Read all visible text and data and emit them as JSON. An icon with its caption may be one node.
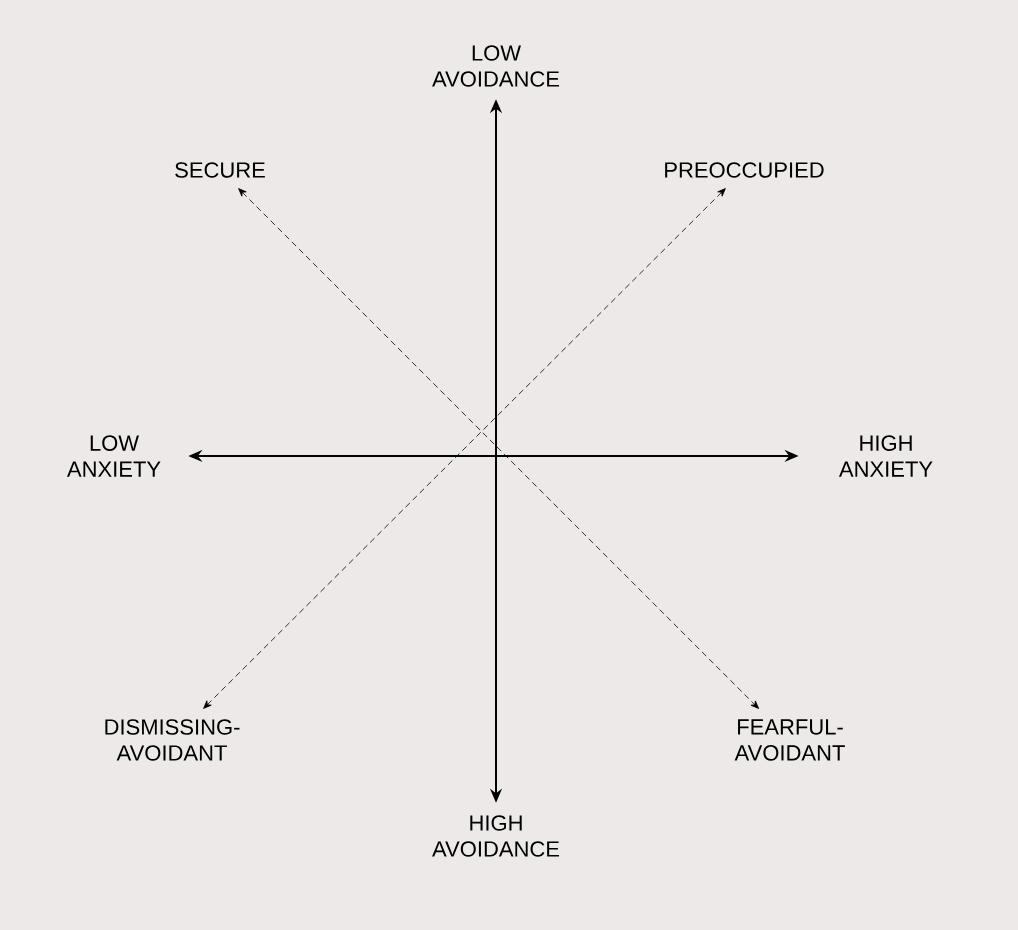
{
  "diagram": {
    "nodes": [
      {
        "text": [
          "LOW AVOIDANCE"
        ]
      },
      {
        "text": [
          "SECURE"
        ]
      },
      {
        "text": [
          "PREOCCUPIED"
        ]
      },
      {
        "text": [
          "LOW ANXIETY"
        ]
      },
      {
        "text": [
          "HIGH ANXIETY"
        ]
      },
      {
        "text": [
          "DISMISSING-AVOIDANT"
        ]
      },
      {
        "text": [
          "FEARFUL-AVOIDANT"
        ]
      },
      {
        "text": [
          "HIGH AVOIDANCE"
        ]
      }
    ],
    "edges": [
      {
        "from": 7,
        "to": 0,
        "arrow": "both"
      },
      {
        "from": 3,
        "to": 4,
        "arrow": "both"
      },
      {
        "from": 1,
        "to": 6,
        "arrow": "both",
        "style": "dashed"
      },
      {
        "from": 2,
        "to": 5,
        "arrow": "both",
        "style": "dashed"
      }
    ]
  }
}
